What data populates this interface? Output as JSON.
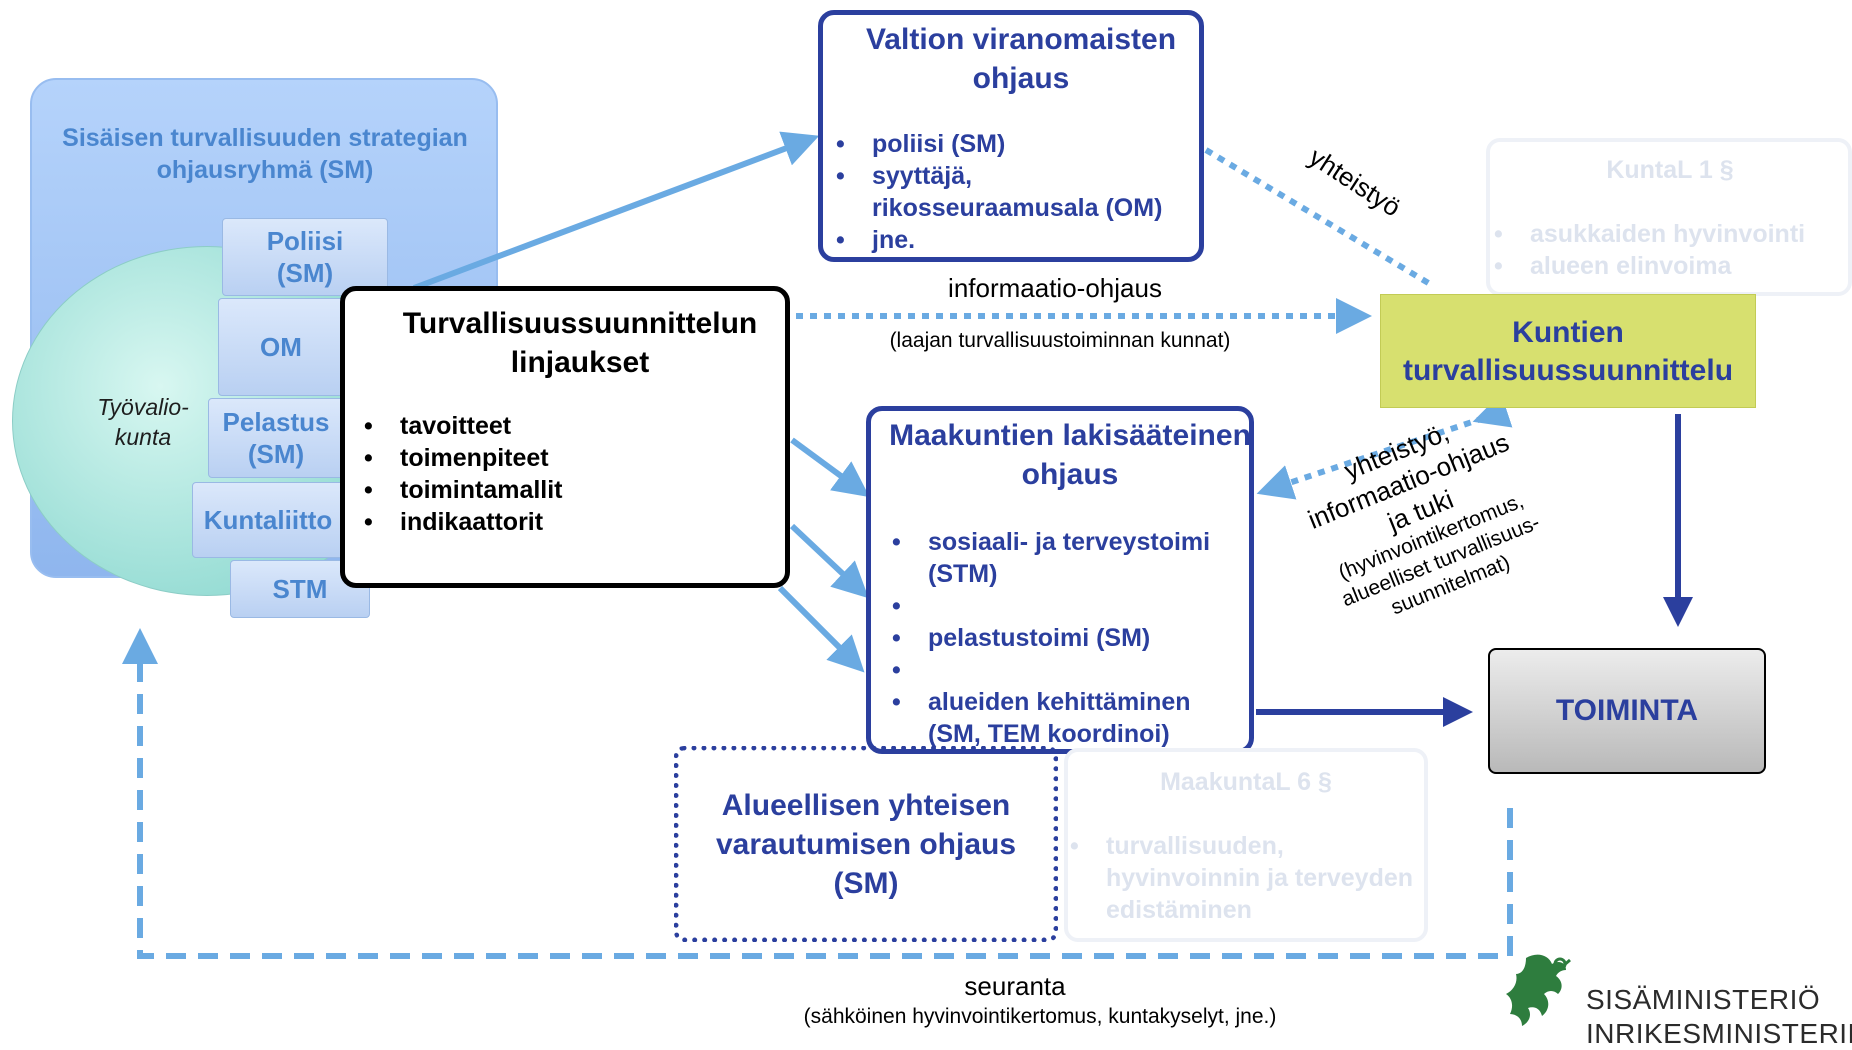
{
  "ohjausryhma": {
    "title": "Sisäisen turvallisuuden strategian ohjausryhmä (SM)",
    "tyovaliokunta": "Työvalio-\nkunta",
    "members": [
      "Poliisi\n(SM)",
      "OM",
      "Pelastus\n(SM)",
      "Kuntaliitto",
      "STM"
    ]
  },
  "linjaukset": {
    "title": "Turvallisuussuunnittelun linjaukset",
    "items": [
      "tavoitteet",
      "toimenpiteet",
      "toimintamallit",
      "indikaattorit"
    ]
  },
  "valtion": {
    "title": "Valtion viranomaisten ohjaus",
    "items": [
      "poliisi (SM)",
      "syyttäjä, rikosseuraamusala (OM)",
      "jne."
    ]
  },
  "maakuntien": {
    "title": "Maakuntien lakisääteinen ohjaus",
    "items": [
      "sosiaali- ja terveystoimi (STM)",
      "pelastustoimi (SM)",
      "alueiden kehittäminen (SM, TEM koordinoi)"
    ]
  },
  "kuntal": {
    "title": "KuntaL 1 §",
    "items": [
      "asukkaiden hyvinvointi",
      "alueen elinvoima"
    ]
  },
  "kuntien": {
    "title": "Kuntien turvallisuussuunnittelu"
  },
  "toiminta": {
    "label": "TOIMINTA"
  },
  "alueellisen": {
    "title": "Alueellisen yhteisen varautumisen ohjaus (SM)"
  },
  "maakuntal": {
    "title": "MaakuntaL 6 §",
    "items": [
      "turvallisuuden, hyvinvoinnin ja terveyden edistäminen"
    ]
  },
  "annotations": {
    "informaatio_ohjaus": "informaatio-ohjaus",
    "laajan": "(laajan turvallisuustoiminnan kunnat)",
    "yhteistyo_top": "yhteistyö",
    "yhteistyo_mid": "yhteistyö,",
    "informaatio_tuki": "informaatio-ohjaus",
    "ja_tuki": "ja tuki",
    "sub1": "(hyvinvointikertomus,",
    "sub2": "alueelliset turvallisuus-",
    "sub3": "suunnitelmat)",
    "seuranta": "seuranta",
    "seuranta_sub": "(sähköinen hyvinvointikertomus, kuntakyselyt, jne.)"
  },
  "logo": {
    "name": "SISÄMINISTERIÖ",
    "name_sv": "INRIKESMINISTERIET"
  },
  "colors": {
    "dark_blue": "#2b3f9e",
    "light_blue_arrow": "#6aaae2",
    "group_blue": "#4a86cf",
    "kuntien_fill": "#d7e06f",
    "faded_text": "#dde3ee"
  }
}
